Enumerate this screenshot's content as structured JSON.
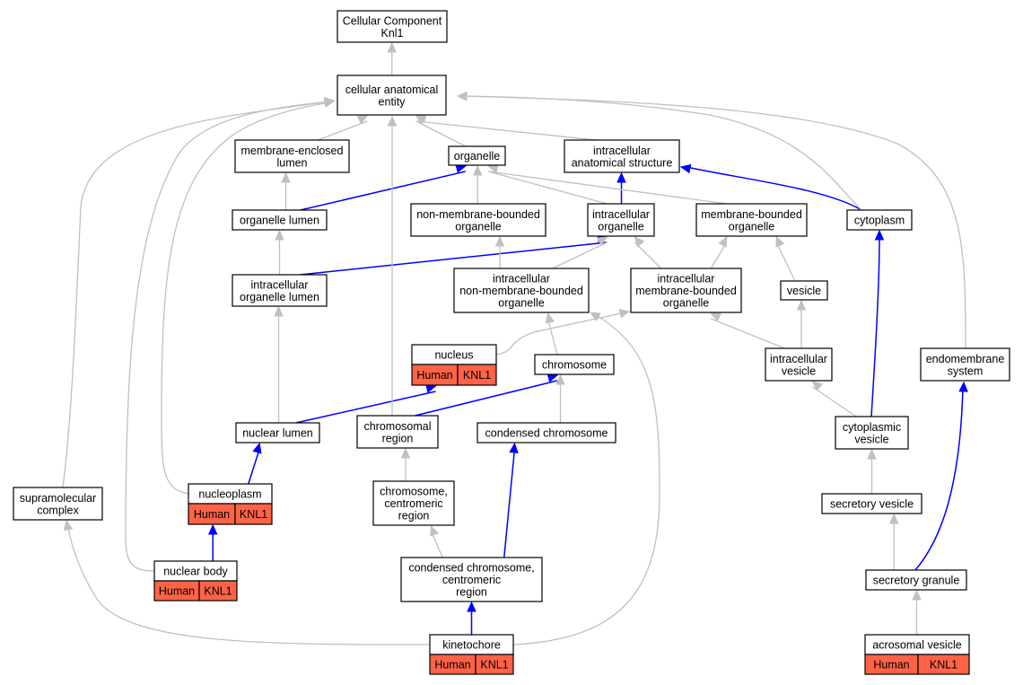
{
  "colors": {
    "annotated": "#ff6347",
    "is_a": "#c0c0c0",
    "part_of": "#0000ff"
  },
  "nodes": {
    "root": {
      "lines": [
        "Cellular Component",
        "Knl1"
      ]
    },
    "cae": {
      "lines": [
        "cellular anatomical",
        "entity"
      ]
    },
    "mel": {
      "lines": [
        "membrane-enclosed",
        "lumen"
      ]
    },
    "organelle": {
      "lines": [
        "organelle"
      ]
    },
    "ias": {
      "lines": [
        "intracellular",
        "anatomical structure"
      ]
    },
    "olumen": {
      "lines": [
        "organelle lumen"
      ]
    },
    "nmbo": {
      "lines": [
        "non-membrane-bounded",
        "organelle"
      ]
    },
    "iorg": {
      "lines": [
        "intracellular",
        "organelle"
      ]
    },
    "mbo": {
      "lines": [
        "membrane-bounded",
        "organelle"
      ]
    },
    "cytoplasm": {
      "lines": [
        "cytoplasm"
      ]
    },
    "iol": {
      "lines": [
        "intracellular",
        "organelle lumen"
      ]
    },
    "inmbo": {
      "lines": [
        "intracellular",
        "non-membrane-bounded",
        "organelle"
      ]
    },
    "imbo": {
      "lines": [
        "intracellular",
        "membrane-bounded",
        "organelle"
      ]
    },
    "vesicle": {
      "lines": [
        "vesicle"
      ]
    },
    "nucleus": {
      "lines": [
        "nucleus"
      ],
      "annotation": [
        "Human",
        "KNL1"
      ]
    },
    "chromosome": {
      "lines": [
        "chromosome"
      ]
    },
    "ivesicle": {
      "lines": [
        "intracellular",
        "vesicle"
      ]
    },
    "endomem": {
      "lines": [
        "endomembrane",
        "system"
      ]
    },
    "nlumen": {
      "lines": [
        "nuclear lumen"
      ]
    },
    "chrreg": {
      "lines": [
        "chromosomal",
        "region"
      ]
    },
    "condchr": {
      "lines": [
        "condensed chromosome"
      ]
    },
    "cytves": {
      "lines": [
        "cytoplasmic",
        "vesicle"
      ]
    },
    "supra": {
      "lines": [
        "supramolecular",
        "complex"
      ]
    },
    "nucleoplasm": {
      "lines": [
        "nucleoplasm"
      ],
      "annotation": [
        "Human",
        "KNL1"
      ]
    },
    "ccr": {
      "lines": [
        "chromosome,",
        "centromeric",
        "region"
      ]
    },
    "secves": {
      "lines": [
        "secretory vesicle"
      ]
    },
    "nbody": {
      "lines": [
        "nuclear body"
      ],
      "annotation": [
        "Human",
        "KNL1"
      ]
    },
    "ccc": {
      "lines": [
        "condensed chromosome,",
        "centromeric",
        "region"
      ]
    },
    "secgran": {
      "lines": [
        "secretory granule"
      ]
    },
    "kineto": {
      "lines": [
        "kinetochore"
      ],
      "annotation": [
        "Human",
        "KNL1"
      ]
    },
    "acro": {
      "lines": [
        "acrosomal vesicle"
      ],
      "annotation": [
        "Human",
        "KNL1"
      ]
    }
  },
  "edges": [
    {
      "from": "cae",
      "to": "root",
      "type": "is_a"
    },
    {
      "from": "mel",
      "to": "cae",
      "type": "is_a"
    },
    {
      "from": "organelle",
      "to": "cae",
      "type": "is_a"
    },
    {
      "from": "ias",
      "to": "cae",
      "type": "is_a"
    },
    {
      "from": "olumen",
      "to": "mel",
      "type": "is_a"
    },
    {
      "from": "olumen",
      "to": "organelle",
      "type": "part_of"
    },
    {
      "from": "nmbo",
      "to": "organelle",
      "type": "is_a"
    },
    {
      "from": "iorg",
      "to": "organelle",
      "type": "is_a"
    },
    {
      "from": "iorg",
      "to": "ias",
      "type": "part_of"
    },
    {
      "from": "mbo",
      "to": "organelle",
      "type": "is_a"
    },
    {
      "from": "cytoplasm",
      "to": "ias",
      "type": "part_of"
    },
    {
      "from": "cytoplasm",
      "to": "cae",
      "type": "is_a"
    },
    {
      "from": "iol",
      "to": "olumen",
      "type": "is_a"
    },
    {
      "from": "iol",
      "to": "iorg",
      "type": "part_of"
    },
    {
      "from": "inmbo",
      "to": "nmbo",
      "type": "is_a"
    },
    {
      "from": "inmbo",
      "to": "iorg",
      "type": "is_a"
    },
    {
      "from": "imbo",
      "to": "iorg",
      "type": "is_a"
    },
    {
      "from": "imbo",
      "to": "mbo",
      "type": "is_a"
    },
    {
      "from": "vesicle",
      "to": "mbo",
      "type": "is_a"
    },
    {
      "from": "nucleus",
      "to": "imbo",
      "type": "is_a"
    },
    {
      "from": "chromosome",
      "to": "inmbo",
      "type": "is_a"
    },
    {
      "from": "ivesicle",
      "to": "vesicle",
      "type": "is_a"
    },
    {
      "from": "ivesicle",
      "to": "imbo",
      "type": "is_a"
    },
    {
      "from": "endomem",
      "to": "cae",
      "type": "is_a"
    },
    {
      "from": "nlumen",
      "to": "iol",
      "type": "is_a"
    },
    {
      "from": "nlumen",
      "to": "nucleus",
      "type": "part_of"
    },
    {
      "from": "chrreg",
      "to": "cae",
      "type": "is_a"
    },
    {
      "from": "chrreg",
      "to": "chromosome",
      "type": "part_of"
    },
    {
      "from": "condchr",
      "to": "chromosome",
      "type": "is_a"
    },
    {
      "from": "cytves",
      "to": "ivesicle",
      "type": "is_a"
    },
    {
      "from": "cytves",
      "to": "cytoplasm",
      "type": "part_of"
    },
    {
      "from": "supra",
      "to": "cae",
      "type": "is_a"
    },
    {
      "from": "nucleoplasm",
      "to": "nlumen",
      "type": "part_of"
    },
    {
      "from": "nucleoplasm",
      "to": "cae",
      "type": "is_a"
    },
    {
      "from": "ccr",
      "to": "chrreg",
      "type": "is_a"
    },
    {
      "from": "secves",
      "to": "cytves",
      "type": "is_a"
    },
    {
      "from": "nbody",
      "to": "nucleoplasm",
      "type": "part_of"
    },
    {
      "from": "nbody",
      "to": "cae",
      "type": "is_a"
    },
    {
      "from": "ccc",
      "to": "ccr",
      "type": "is_a"
    },
    {
      "from": "ccc",
      "to": "condchr",
      "type": "part_of"
    },
    {
      "from": "secgran",
      "to": "secves",
      "type": "is_a"
    },
    {
      "from": "secgran",
      "to": "endomem",
      "type": "part_of"
    },
    {
      "from": "kineto",
      "to": "ccc",
      "type": "part_of"
    },
    {
      "from": "kineto",
      "to": "supra",
      "type": "is_a"
    },
    {
      "from": "kineto",
      "to": "inmbo",
      "type": "is_a"
    },
    {
      "from": "acro",
      "to": "secgran",
      "type": "is_a"
    }
  ]
}
